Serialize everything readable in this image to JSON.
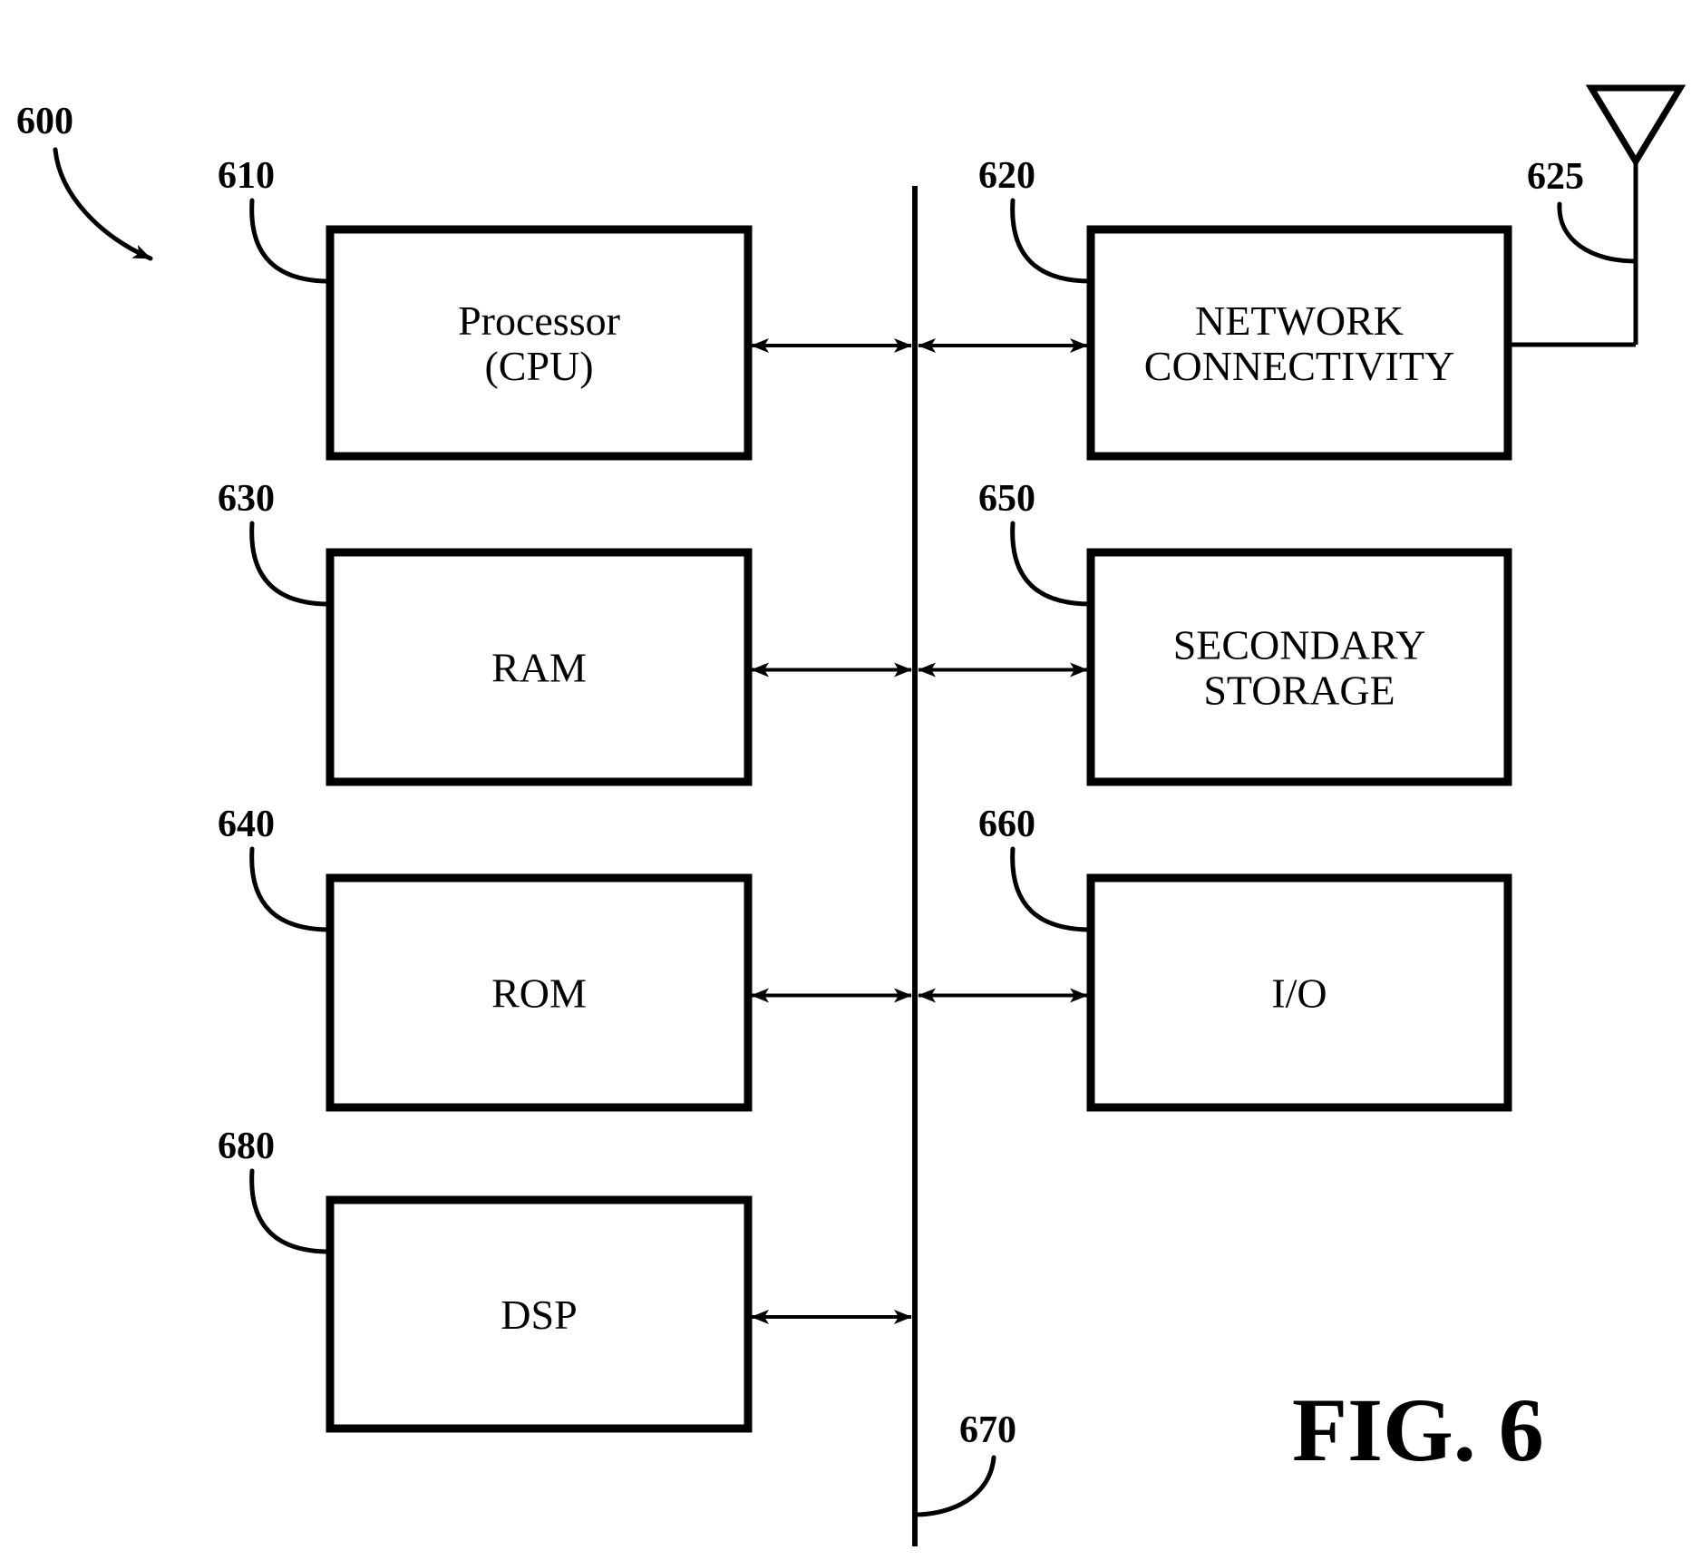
{
  "figure": {
    "title": "FIG. 6",
    "system_ref": "600"
  },
  "bus": {
    "ref": "670"
  },
  "antenna": {
    "ref": "625"
  },
  "blocks": [
    {
      "id": "processor",
      "ref": "610",
      "lines": [
        "Processor",
        "(CPU)"
      ],
      "column": "left",
      "row": 0
    },
    {
      "id": "network",
      "ref": "620",
      "lines": [
        "NETWORK",
        "CONNECTIVITY"
      ],
      "column": "right",
      "row": 0
    },
    {
      "id": "ram",
      "ref": "630",
      "lines": [
        "RAM"
      ],
      "column": "left",
      "row": 1
    },
    {
      "id": "secondary-storage",
      "ref": "650",
      "lines": [
        "SECONDARY",
        "STORAGE"
      ],
      "column": "right",
      "row": 1
    },
    {
      "id": "rom",
      "ref": "640",
      "lines": [
        "ROM"
      ],
      "column": "left",
      "row": 2
    },
    {
      "id": "io",
      "ref": "660",
      "lines": [
        "I/O"
      ],
      "column": "right",
      "row": 2
    },
    {
      "id": "dsp",
      "ref": "680",
      "lines": [
        "DSP"
      ],
      "column": "left",
      "row": 3
    }
  ],
  "connections": [
    {
      "from": "processor",
      "to": "bus",
      "type": "bidirectional"
    },
    {
      "from": "network",
      "to": "bus",
      "type": "bidirectional"
    },
    {
      "from": "ram",
      "to": "bus",
      "type": "bidirectional"
    },
    {
      "from": "secondary-storage",
      "to": "bus",
      "type": "bidirectional"
    },
    {
      "from": "rom",
      "to": "bus",
      "type": "bidirectional"
    },
    {
      "from": "io",
      "to": "bus",
      "type": "bidirectional"
    },
    {
      "from": "dsp",
      "to": "bus",
      "type": "bidirectional"
    },
    {
      "from": "network",
      "to": "antenna",
      "type": "line"
    }
  ]
}
